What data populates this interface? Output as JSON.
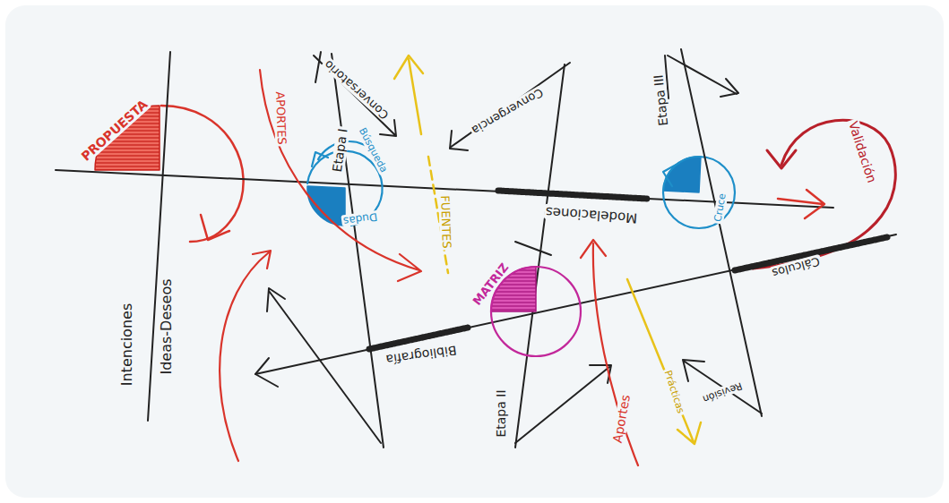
{
  "diagram": {
    "labels": [
      "PROPUESTA",
      "Intenciones",
      "Ideas-Deseos",
      "APORTES",
      "Etapa I",
      "Búsqueda",
      "Dudas",
      "Conversatorio",
      "FUENTES",
      "Convergencia",
      "Modelaciones",
      "Etapa III",
      "Cruce",
      "Validación",
      "Cálculos",
      "MATRIZ",
      "Bibliografía",
      "Etapa II",
      "Aportes",
      "Prácticas",
      "Revisión"
    ]
  }
}
